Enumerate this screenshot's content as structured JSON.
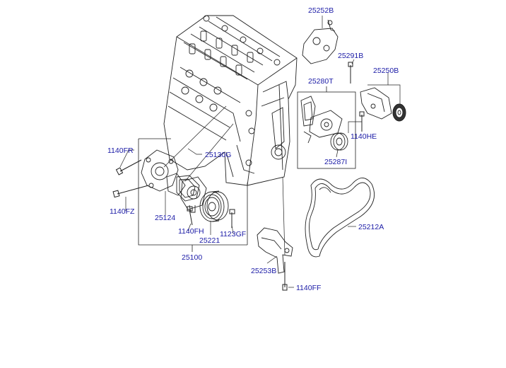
{
  "diagram": {
    "parts": {
      "p25252B": "25252B",
      "p25291B": "25291B",
      "p25280T": "25280T",
      "p25250B": "25250B",
      "p1140HE": "1140HE",
      "p25287I": "25287I",
      "p25212A": "25212A",
      "p1140FR": "1140FR",
      "p25130G": "25130G",
      "p1140FZ": "1140FZ",
      "p25124": "25124",
      "p1140FH": "1140FH",
      "p1123GF": "1123GF",
      "p25221": "25221",
      "p25100": "25100",
      "p25253B": "25253B",
      "p1140FF": "1140FF"
    },
    "colors": {
      "label_text": "#1a1aa6",
      "line_art": "#222222",
      "background": "#ffffff"
    }
  }
}
